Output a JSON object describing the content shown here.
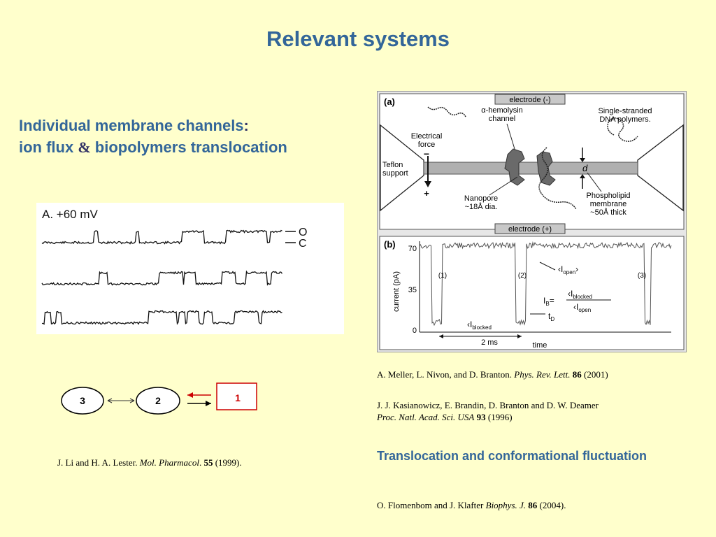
{
  "slide": {
    "title": "Relevant systems",
    "subhead_line1": "Individual membrane channels",
    "subhead_colon": ":",
    "subhead_line2_a": "ion flux ",
    "subhead_amp": "&",
    "subhead_line2_b": " biopolymers translocation",
    "section2": "Translocation and conformational fluctuation"
  },
  "channel_figure": {
    "label": "A. +60 mV",
    "level_open": "O",
    "level_closed": "C"
  },
  "scheme": {
    "state_3": "3",
    "state_2": "2",
    "state_1": "1"
  },
  "refs": {
    "li": {
      "authors": "J. Li and H. A. Lester. ",
      "journal": "Mol. Pharmacol",
      "sep": ". ",
      "vol": "55",
      "year": " (1999)."
    },
    "meller": {
      "authors": "A. Meller, L. Nivon, and D. Branton. ",
      "journal": "Phys. Rev. Lett.",
      "sep": " ",
      "vol": "86",
      "year": " (2001)"
    },
    "kasianowicz": {
      "authors": "J. J. Kasianowicz, E. Brandin, D. Branton and D. W. Deamer",
      "journal": "Proc. Natl. Acad. Sci. USA",
      "sep": " ",
      "vol": "93",
      "year": " (1996)"
    },
    "flomenbom": {
      "authors": "O. Flomenbom and J. Klafter ",
      "journal": "Biophys. J.",
      "sep": " ",
      "vol": "86",
      "year": " (2004)."
    }
  },
  "nanopore_figure": {
    "panel_a": {
      "tag": "(a)",
      "electrode_top": "electrode (-)",
      "electrode_bottom": "electrode (+)",
      "hemolysin_line1": "α-hemolysin",
      "hemolysin_line2": "channel",
      "ssdna_line1": "Single-stranded",
      "ssdna_line2": "DNA polymers.",
      "force_line1": "Electrical",
      "force_line2": "force",
      "teflon_line1": "Teflon",
      "teflon_line2": "support",
      "minus": "−",
      "plus": "+",
      "d": "d",
      "nanopore_line1": "Nanopore",
      "nanopore_line2": "~18Å dia.",
      "membrane_line1": "Phospholipid",
      "membrane_line2": "membrane",
      "membrane_line3": "~50Å thick"
    },
    "panel_b": {
      "tag": "(b)",
      "ylabel": "current (pA)",
      "y_ticks": [
        "70",
        "35",
        "0"
      ],
      "event_1": "(1)",
      "event_2": "(2)",
      "event_3": "(3)",
      "i_open": "‹I",
      "i_open_sub": "open",
      "i_open_close": "›",
      "ib_lhs": "I",
      "ib_lhs_sub": "B",
      "ib_eq": "=",
      "ib_num": "‹I",
      "ib_num_sub": "blocked",
      "ib_den": "‹I",
      "ib_den_sub": "open",
      "t_d": "t",
      "t_d_sub": "D",
      "i_blocked": "‹I",
      "i_blocked_sub": "blocked",
      "scale": "2 ms",
      "xlabel": "time"
    }
  }
}
